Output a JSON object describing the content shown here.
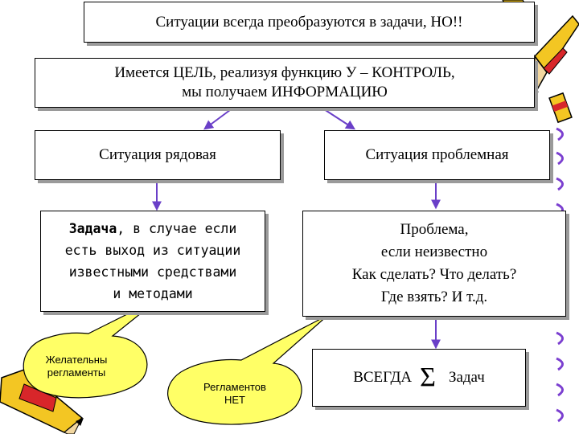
{
  "top_box": {
    "text": "Ситуации всегда преобразуются в задачи, НО!!"
  },
  "goal_box": {
    "line1": "Имеется ЦЕЛЬ, реализуя функцию У – КОНТРОЛЬ,",
    "line2": "мы получаем ИНФОРМАЦИЮ"
  },
  "routine_box": {
    "text": "Ситуация рядовая"
  },
  "problem_box": {
    "text": "Ситуация проблемная"
  },
  "task_box": {
    "word": "Задача",
    "line1_rest": ", в случае если",
    "line2": "есть выход из ситуации",
    "line3": "известными средствами",
    "line4": "и методами"
  },
  "problem_desc_box": {
    "line1": "Проблема,",
    "line2": "если неизвестно",
    "line3": "Как сделать? Что делать?",
    "line4": "Где взять? И т.д."
  },
  "always_box": {
    "prefix": "ВСЕГДА",
    "symbol": "Σ",
    "suffix": "Задач"
  },
  "bubble_left": {
    "line1": "Желательны",
    "line2": "регламенты"
  },
  "bubble_right": {
    "line1": "Регламентов",
    "line2": "НЕТ"
  },
  "colors": {
    "arrow": "#6a3fc8",
    "bubble_fill": "#ffff66",
    "pencil_body": "#f3c623",
    "pencil_band": "#d8262a"
  }
}
